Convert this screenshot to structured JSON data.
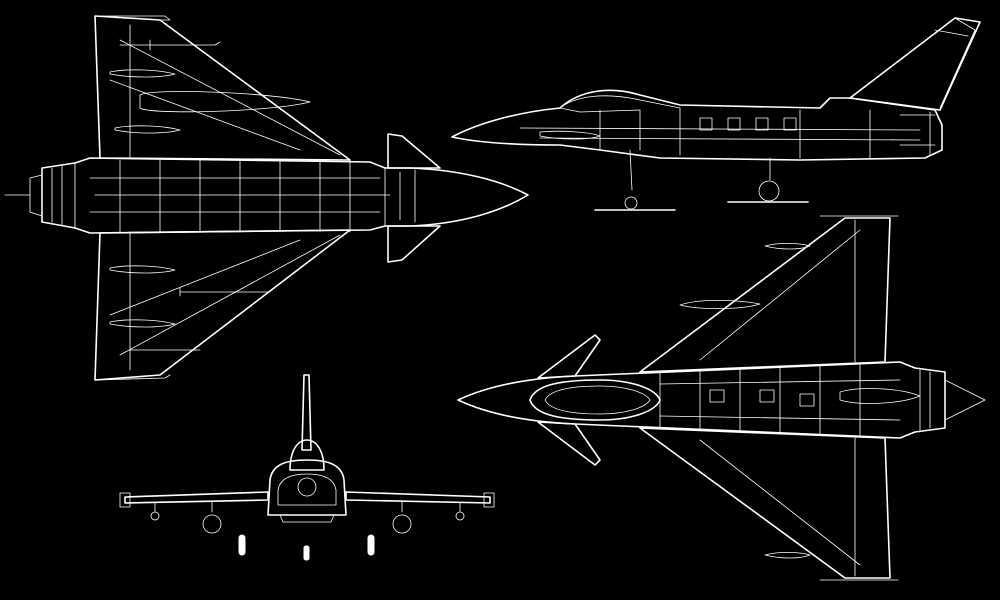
{
  "figure": {
    "views": [
      "top",
      "side",
      "front",
      "bottom"
    ],
    "colors": {
      "background": "#000000",
      "line": "#ffffff"
    }
  }
}
